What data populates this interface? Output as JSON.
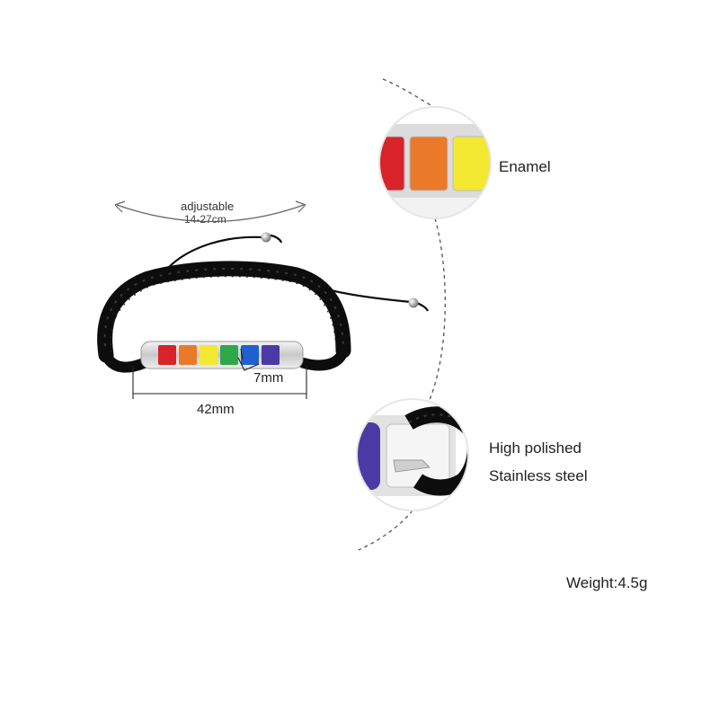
{
  "annotations": {
    "adjustable_label": "adjustable",
    "adjust_range": "14-27cm",
    "bar_width": "7mm",
    "bar_length": "42mm"
  },
  "details": {
    "enamel_label": "Enamel",
    "polish_label": "High polished",
    "material_label": "Stainless steel"
  },
  "weight_label": "Weight:4.5g",
  "colors": {
    "cord": "#0d0d0d",
    "steel": "#d6d6d6",
    "stripes": [
      "#d8232a",
      "#ea7a2a",
      "#f3e832",
      "#2fa84a",
      "#1f5fd0",
      "#4b3aa6"
    ]
  },
  "icons": {
    "adjust_arrow": "double-headed-curved-arrow",
    "bead": "metal-bead"
  }
}
